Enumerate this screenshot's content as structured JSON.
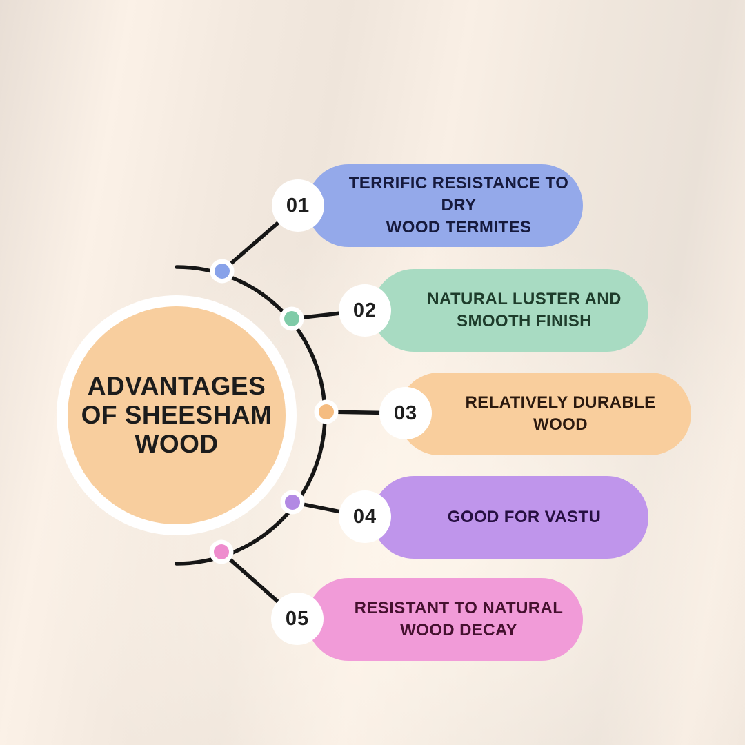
{
  "center": {
    "title_lines": [
      "ADVANTAGES",
      "OF SHEESHAM",
      "WOOD"
    ],
    "circle_color": "#F8CE9E",
    "ring_color": "#FFFFFF",
    "title_color": "#1C1C1C"
  },
  "connector": {
    "line_color": "#161616",
    "dot_ring_color": "#FFFFFF"
  },
  "numbers": {
    "circle_color": "#FFFFFF",
    "text_color": "#1F1F1F"
  },
  "items": [
    {
      "number": "01",
      "label": "TERRIFIC RESISTANCE TO DRY\nWOOD TERMITES",
      "pill_color": "#94A9EA",
      "text_color": "#161A3D",
      "dot_color": "#88A2E9"
    },
    {
      "number": "02",
      "label": "NATURAL LUSTER AND\nSMOOTH FINISH",
      "pill_color": "#A8DBC2",
      "text_color": "#1E3C2B",
      "dot_color": "#7FCBA8"
    },
    {
      "number": "03",
      "label": "RELATIVELY DURABLE WOOD",
      "pill_color": "#F9CE9D",
      "text_color": "#2B190F",
      "dot_color": "#F5BC80"
    },
    {
      "number": "04",
      "label": "GOOD FOR VASTU",
      "pill_color": "#BF95EB",
      "text_color": "#260F41",
      "dot_color": "#B289E3"
    },
    {
      "number": "05",
      "label": "RESISTANT TO NATURAL\nWOOD DECAY",
      "pill_color": "#F19BD8",
      "text_color": "#45112F",
      "dot_color": "#EE8CCE"
    }
  ]
}
